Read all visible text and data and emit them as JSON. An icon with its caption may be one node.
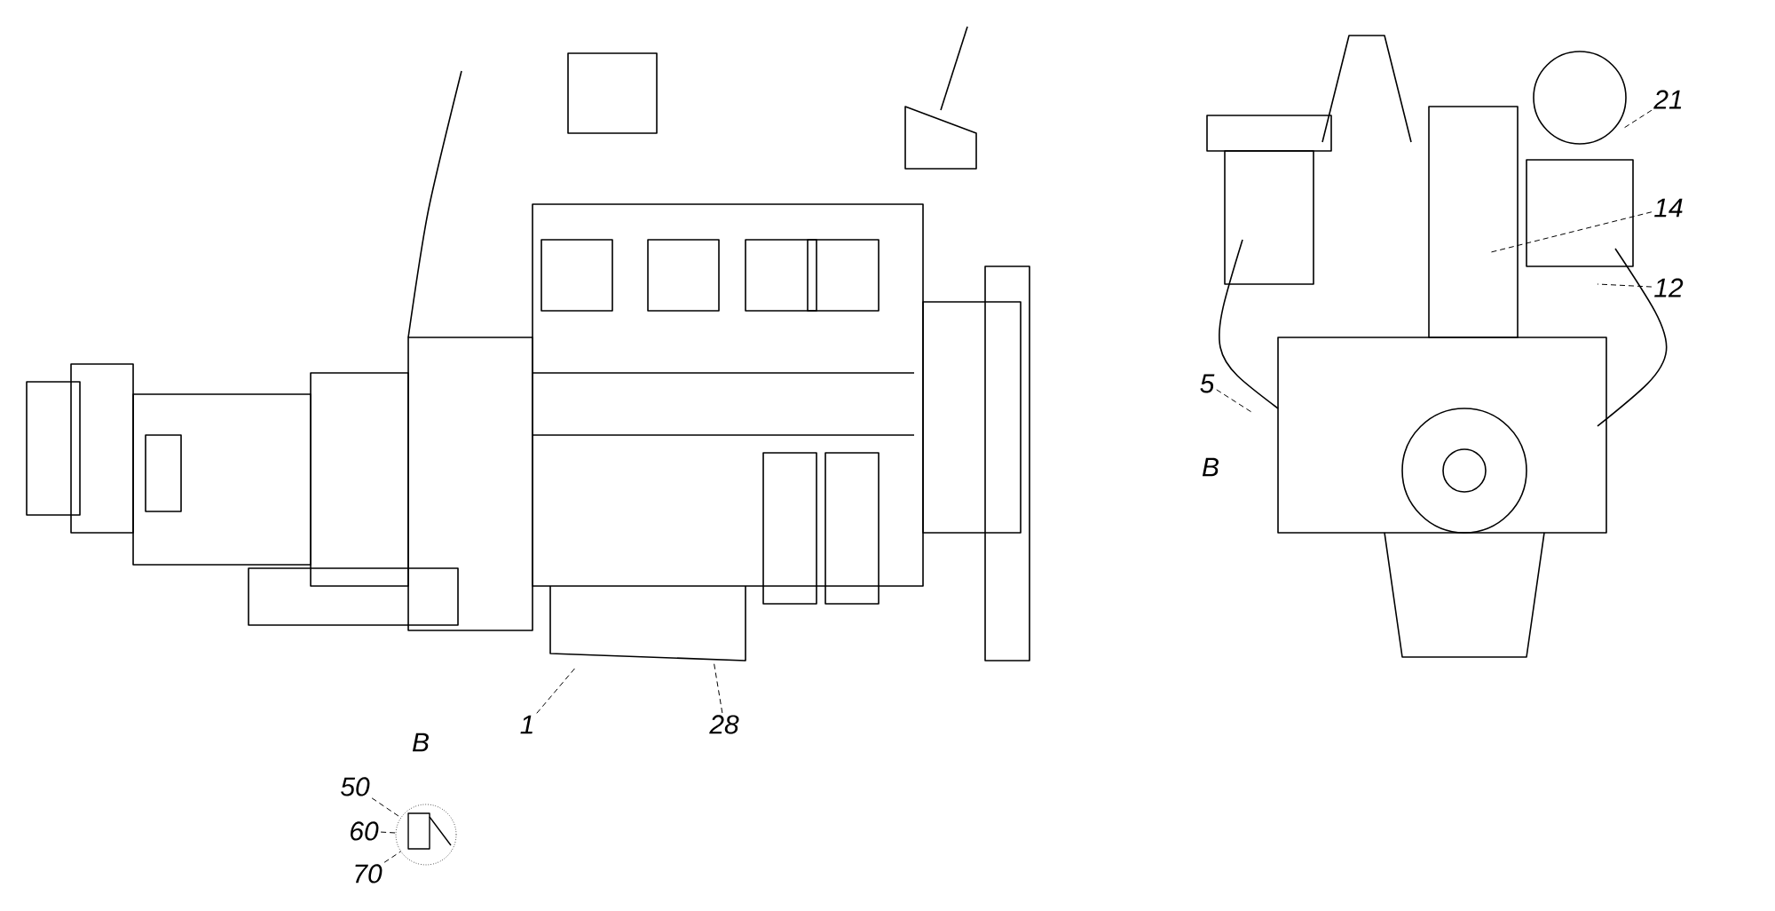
{
  "diagram": {
    "nodes": [
      {
        "text": [
          "21"
        ]
      },
      {
        "text": [
          "14"
        ]
      },
      {
        "text": [
          "12"
        ]
      },
      {
        "text": [
          "5"
        ]
      },
      {
        "text": [
          "1"
        ]
      },
      {
        "text": [
          "28"
        ]
      },
      {
        "text": [
          "50"
        ]
      },
      {
        "text": [
          "60"
        ]
      },
      {
        "text": [
          "70"
        ]
      },
      {
        "text": [],
        "shape": "picture"
      }
    ],
    "edges": [
      {
        "from": 0,
        "to": null,
        "arrow": "none"
      },
      {
        "from": 1,
        "to": null,
        "arrow": "none"
      },
      {
        "from": 2,
        "to": null,
        "arrow": "none"
      },
      {
        "from": 3,
        "to": null,
        "arrow": "none"
      },
      {
        "from": 4,
        "to": null,
        "arrow": "none"
      },
      {
        "from": 5,
        "to": null,
        "arrow": "none"
      },
      {
        "from": 6,
        "to": 9,
        "arrow": "none"
      },
      {
        "from": 7,
        "to": 9,
        "arrow": "none"
      },
      {
        "from": 8,
        "to": 9,
        "arrow": "none"
      }
    ],
    "labels": [
      "B",
      "B"
    ]
  }
}
